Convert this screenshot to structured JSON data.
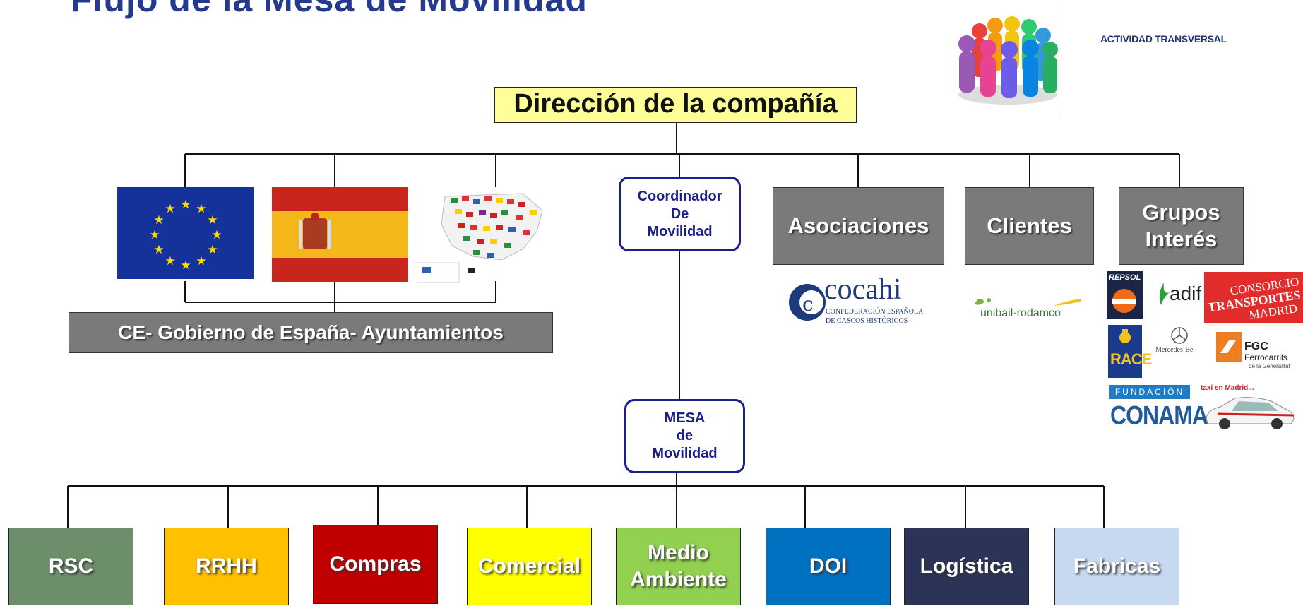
{
  "title": "Flujo de la Mesa de Movilidad",
  "header_tag": "ACTIVIDAD TRANSVERSAL",
  "top": {
    "label": "Dirección de la compañía"
  },
  "government": {
    "label": "CE- Gobierno de España- Ayuntamientos"
  },
  "coordinator": {
    "line1": "Coordinador",
    "line2": "De",
    "line3": "Movilidad"
  },
  "mesa": {
    "line1": "MESA",
    "line2": "de",
    "line3": "Movilidad"
  },
  "external_groups": [
    {
      "label": "Asociaciones"
    },
    {
      "label": "Clientes"
    },
    {
      "line1": "Grupos",
      "line2": "Interés"
    }
  ],
  "logos": {
    "cocahi": {
      "name": "cocahi",
      "sub1": "CONFEDERACIÓN ESPAÑOLA",
      "sub2": "DE CASCOS HISTÓRICOS"
    },
    "unibail": "unibail·rodamco",
    "repsol": "REPSOL",
    "adif": "adif",
    "consorcio": {
      "l1": "CONSORCIO",
      "l2": "TRANSPORTES",
      "l3": "MADRID"
    },
    "race": "RACE",
    "mercedes": "Mercedes-Be",
    "fgc": {
      "l1": "FGC",
      "l2": "Ferrocarrils",
      "l3": "de la Generalitat"
    },
    "conama": {
      "l1": "FUNDACIÓN",
      "l2": "CONAMA"
    },
    "taxi": "taxi en Madrid..."
  },
  "departments": [
    {
      "label": "RSC",
      "color": "#6c8e6b"
    },
    {
      "label": "RRHH",
      "color": "#ffc000"
    },
    {
      "label": "Compras",
      "color": "#c00000"
    },
    {
      "label": "Comercial",
      "color": "#ffff00"
    },
    {
      "line1": "Medio",
      "line2": "Ambiente",
      "color": "#92d050"
    },
    {
      "label": "DOI",
      "color": "#0070c0"
    },
    {
      "label": "Logística",
      "color": "#2b3457"
    },
    {
      "label": "Fabricas",
      "color": "#c6d9f1"
    }
  ]
}
